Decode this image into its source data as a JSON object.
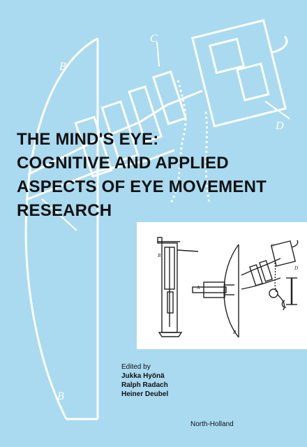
{
  "book": {
    "title_lines": [
      "THE MIND'S EYE:",
      "COGNITIVE AND APPLIED",
      "ASPECTS OF EYE MOVEMENT",
      "RESEARCH"
    ],
    "edited_by": "Edited by",
    "editors": [
      "Jukka Hyönä",
      "Ralph Radach",
      "Heiner Deubel"
    ],
    "publisher": "North-Holland"
  },
  "artwork": {
    "background_letters": [
      "B",
      "C",
      "D",
      "B"
    ],
    "panel_letters": [
      "B",
      "A",
      "C",
      "D",
      "B"
    ]
  },
  "colors": {
    "background": "#a9daf0",
    "linework": "#ffffff",
    "text": "#111111"
  }
}
